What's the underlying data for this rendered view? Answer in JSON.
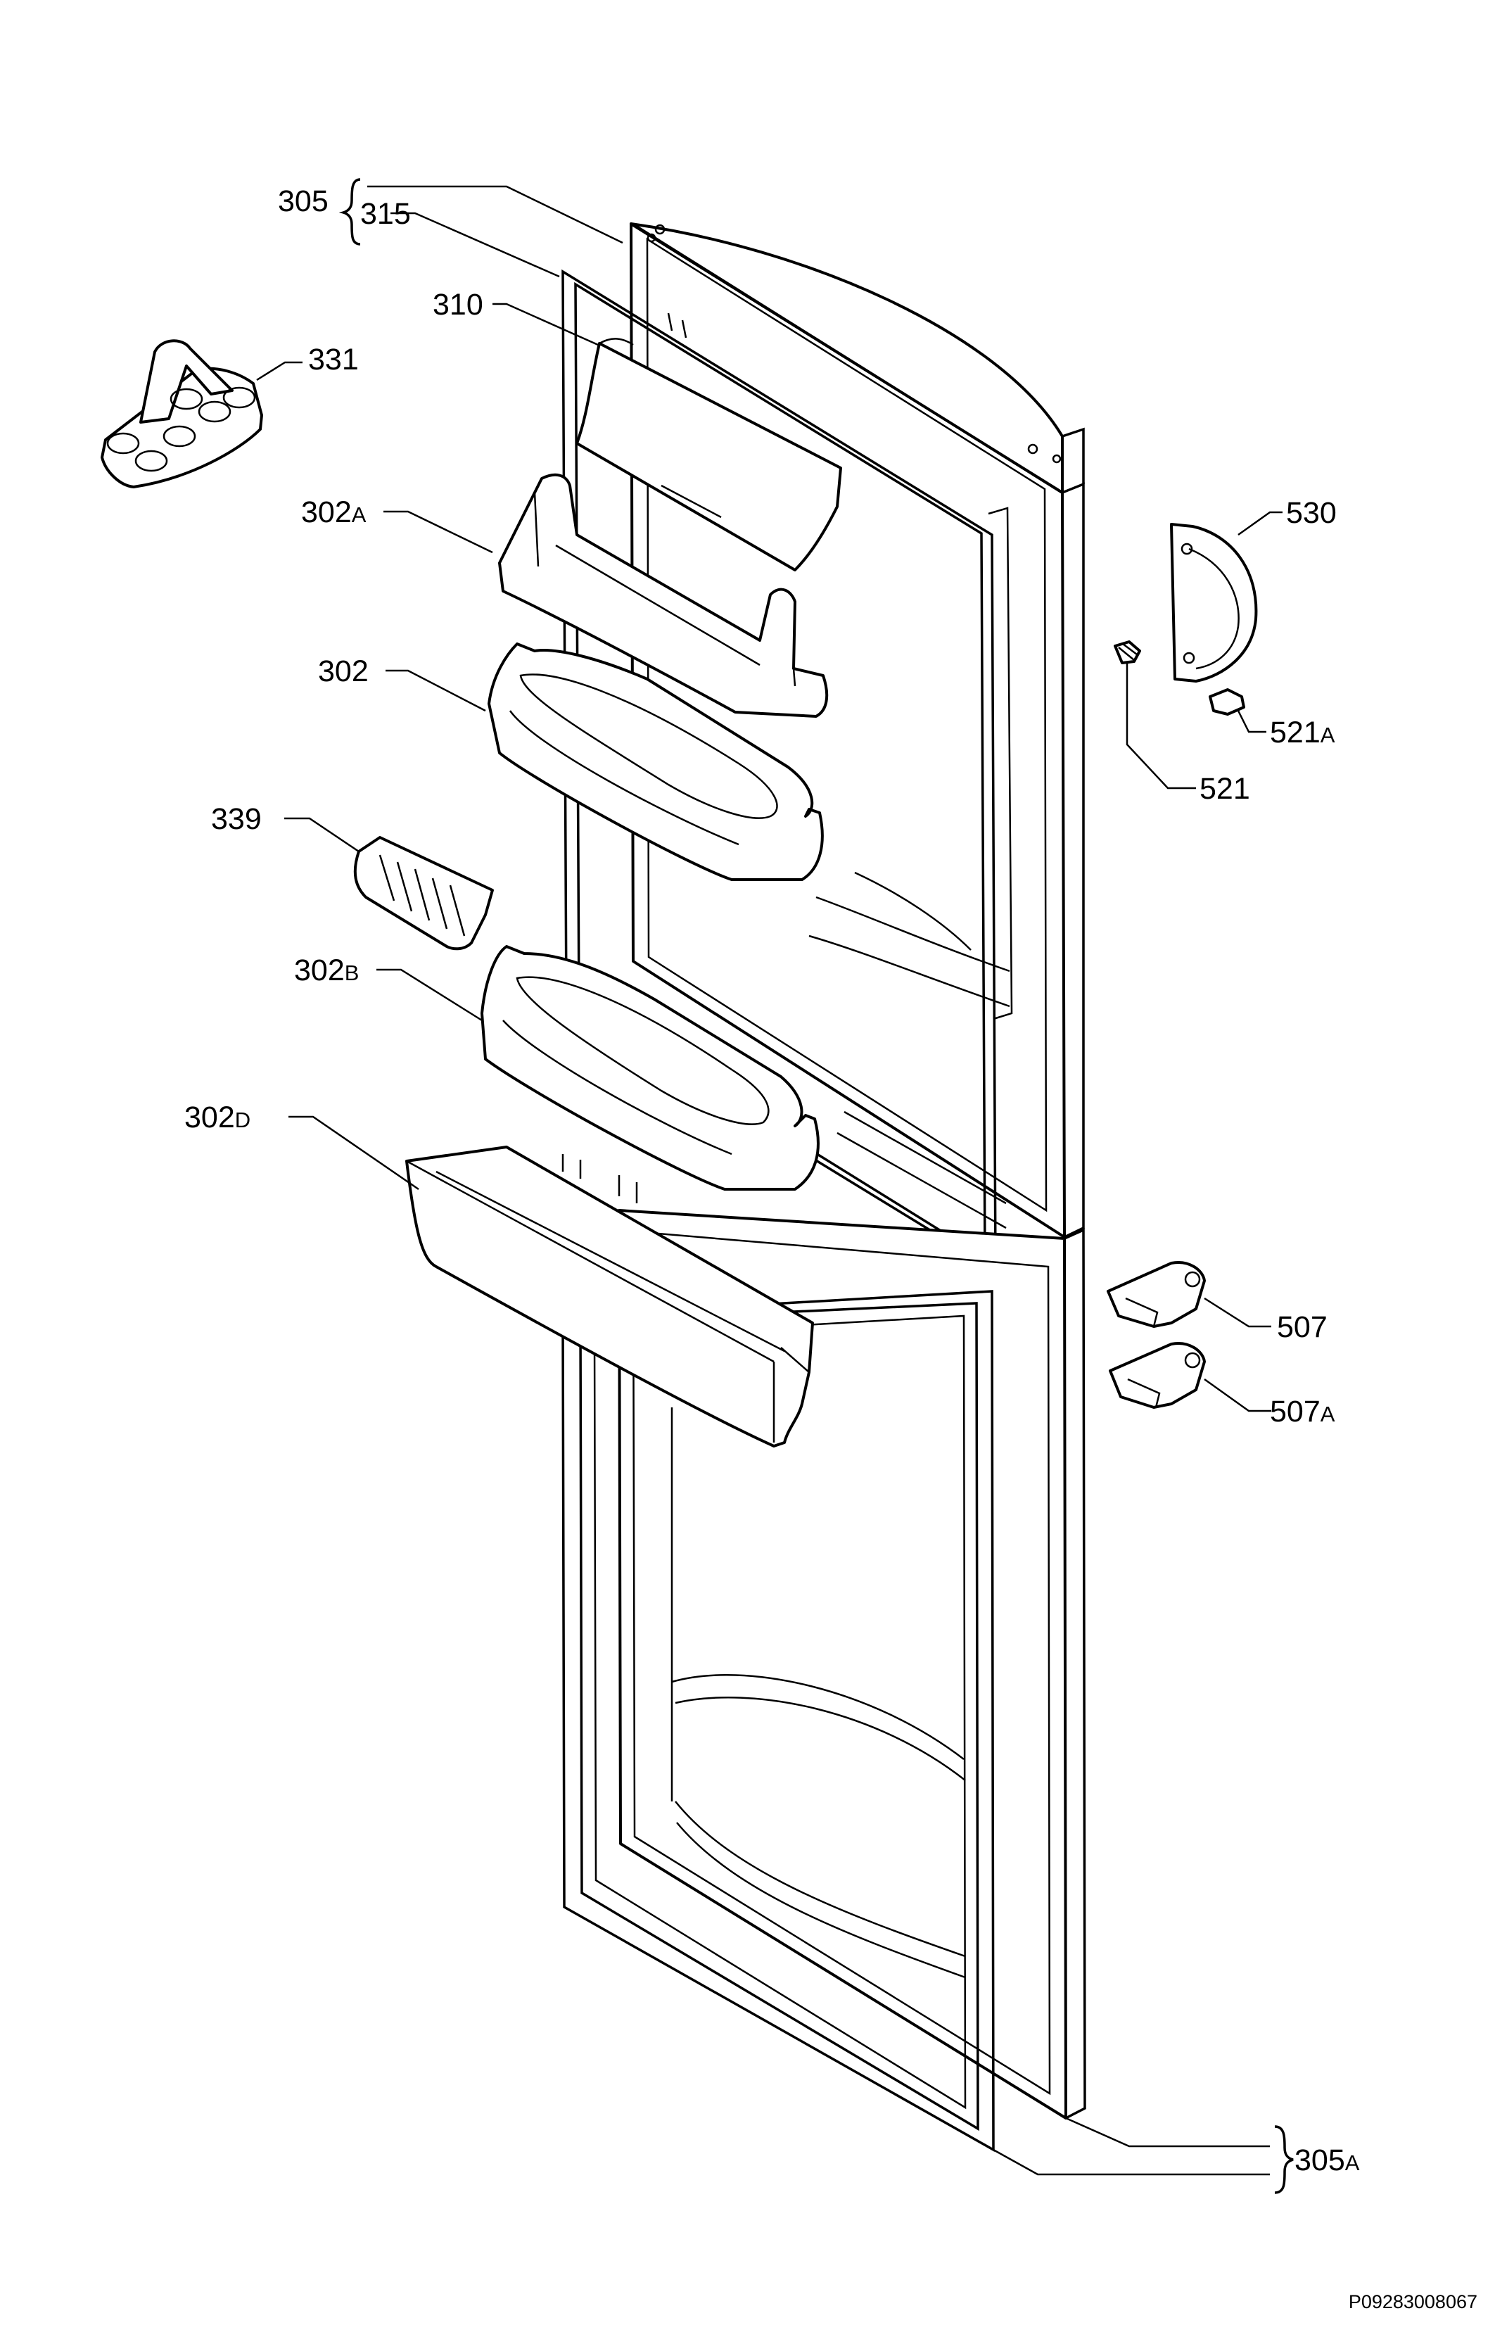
{
  "labels": {
    "l305": {
      "num": "305",
      "sub": ""
    },
    "l315": {
      "num": "315",
      "sub": ""
    },
    "l310": {
      "num": "310",
      "sub": ""
    },
    "l331": {
      "num": "331",
      "sub": ""
    },
    "l302A": {
      "num": "302",
      "sub": "A"
    },
    "l302": {
      "num": "302",
      "sub": ""
    },
    "l339": {
      "num": "339",
      "sub": ""
    },
    "l302B": {
      "num": "302",
      "sub": "B"
    },
    "l302D": {
      "num": "302",
      "sub": "D"
    },
    "l530": {
      "num": "530",
      "sub": ""
    },
    "l521A": {
      "num": "521",
      "sub": "A"
    },
    "l521": {
      "num": "521",
      "sub": ""
    },
    "l507": {
      "num": "507",
      "sub": ""
    },
    "l507A": {
      "num": "507",
      "sub": "A"
    },
    "l305A": {
      "num": "305",
      "sub": "A"
    }
  },
  "reference_code": "P09283008067"
}
